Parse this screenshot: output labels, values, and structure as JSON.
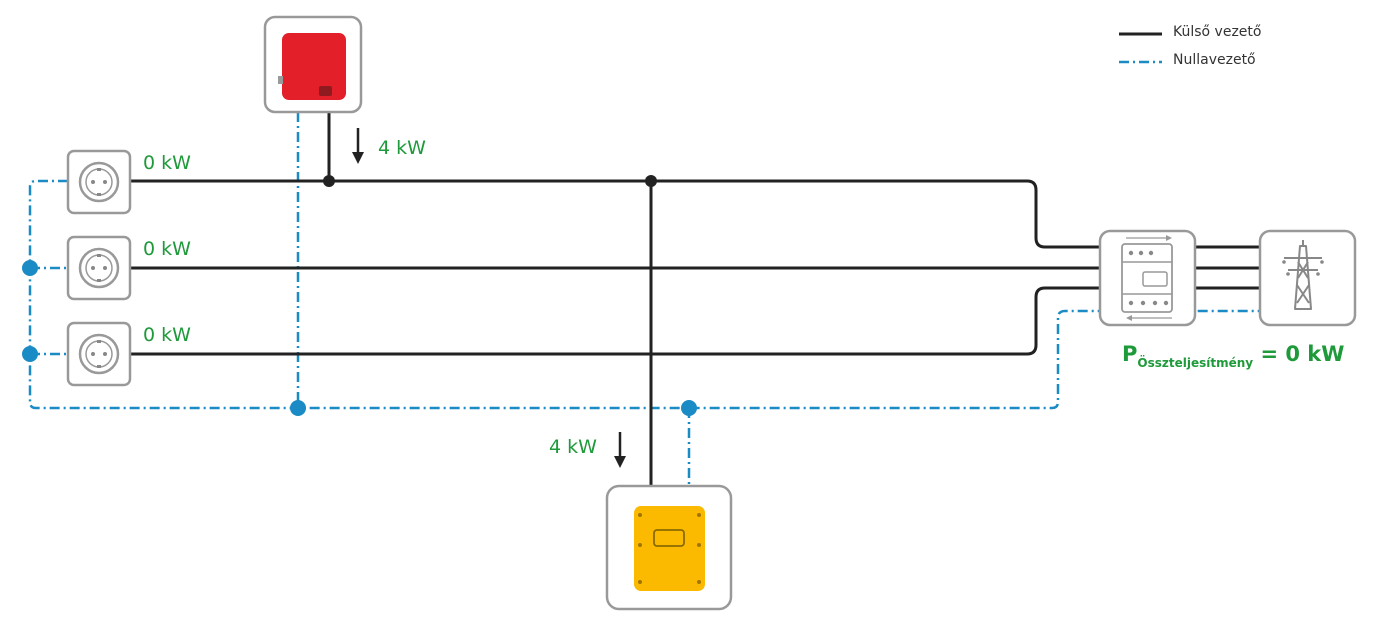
{
  "legend": {
    "line_label": "Külső vezető",
    "neutral_label": "Nullavezető"
  },
  "labels": {
    "socket_1": "0 kW",
    "socket_2": "0 kW",
    "socket_3": "0 kW",
    "pv_inverter_power": "4 kW",
    "battery_inverter_power": "4 kW"
  },
  "total": {
    "prefix": "P",
    "subscript": "Összteljesítmény",
    "value": "= 0 kW"
  },
  "icons": {
    "pv_inverter": "pv-inverter-icon",
    "battery_inverter": "battery-inverter-icon",
    "socket": "power-socket-icon",
    "meter": "energy-meter-icon",
    "grid": "power-pylon-icon"
  },
  "colors": {
    "line": "#222222",
    "neutral": "#1a8bc4",
    "power_text": "#1f9a3a",
    "pv_inverter": "#e3202a",
    "battery_inverter": "#fbb900"
  }
}
